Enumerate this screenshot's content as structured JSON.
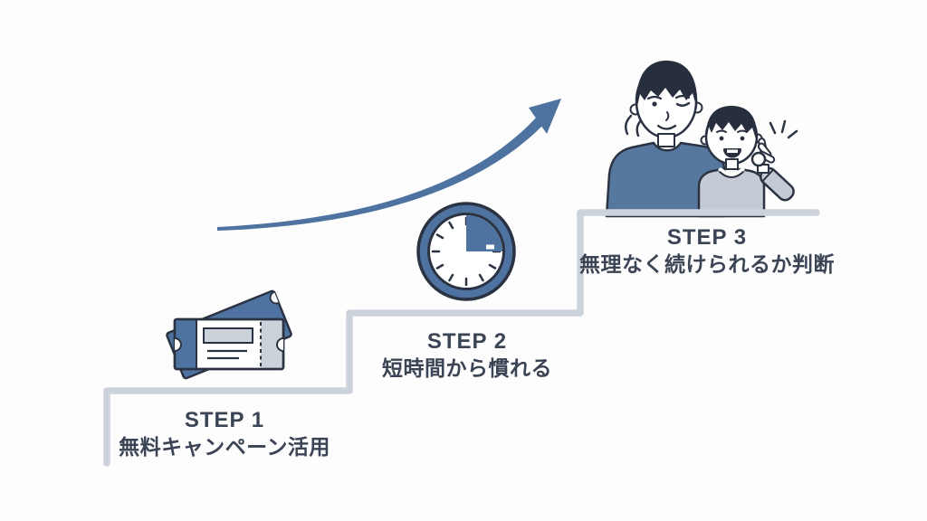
{
  "diagram": {
    "type": "step-diagram",
    "steps": [
      {
        "label": "STEP 1",
        "description": "無料キャンペーン活用",
        "icon": "ticket-icon"
      },
      {
        "label": "STEP 2",
        "description": "短時間から慣れる",
        "icon": "clock-icon"
      },
      {
        "label": "STEP 3",
        "description": "無理なく続けられるか判断",
        "icon": "family-illustration"
      }
    ],
    "arrow": "growth-arrow"
  },
  "colors": {
    "background": "#fdfdfd",
    "accent_blue": "#4e73a1",
    "figure_blue": "#56789f",
    "figure_gray": "#c5cbd4",
    "stair_gray": "#cdd3db",
    "light_gray": "#ccd2d9",
    "outline_navy": "#2b3342",
    "hair_navy": "#272e3d",
    "text": "#3a4454"
  }
}
